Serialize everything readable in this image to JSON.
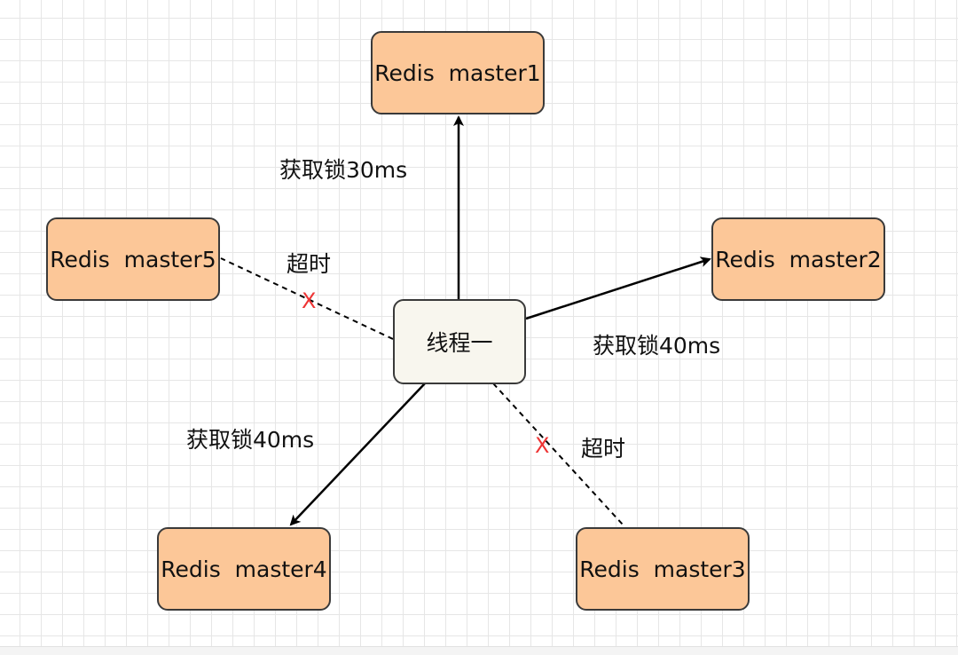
{
  "diagram": {
    "center_node": "线程一",
    "masters": [
      {
        "id": "master1",
        "label": "Redis  master1"
      },
      {
        "id": "master2",
        "label": "Redis  master2"
      },
      {
        "id": "master3",
        "label": "Redis  master3"
      },
      {
        "id": "master4",
        "label": "Redis  master4"
      },
      {
        "id": "master5",
        "label": "Redis  master5"
      }
    ],
    "edges": [
      {
        "to": "master1",
        "label": "获取锁30ms",
        "style": "solid-arrow"
      },
      {
        "to": "master2",
        "label": "获取锁40ms",
        "style": "solid-arrow"
      },
      {
        "to": "master4",
        "label": "获取锁40ms",
        "style": "solid-arrow"
      },
      {
        "to": "master5",
        "label": "超时",
        "style": "dashed",
        "marker": "X"
      },
      {
        "to": "master3",
        "label": "超时",
        "style": "dashed",
        "marker": "X"
      }
    ],
    "colors": {
      "master_fill": "#fcc798",
      "center_fill": "#f8f6ee",
      "timeout_marker": "#ee3434",
      "line": "#000000"
    }
  }
}
